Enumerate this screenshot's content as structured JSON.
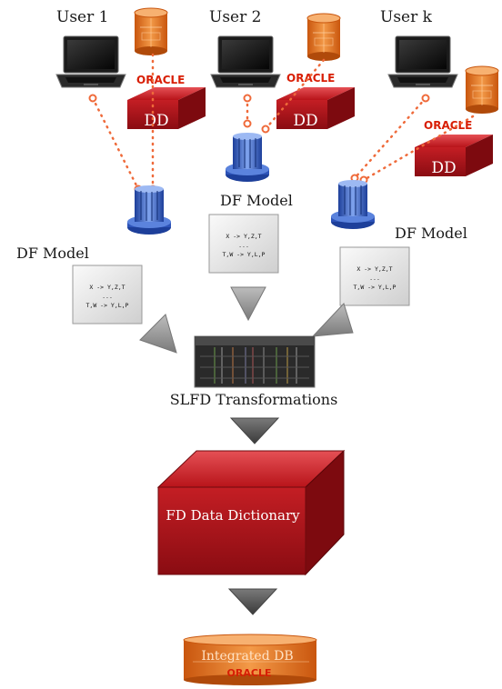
{
  "users": [
    {
      "label": "User 1"
    },
    {
      "label": "User 2"
    },
    {
      "label": "User k"
    }
  ],
  "oracle_label": "ORACLE",
  "dd_label": "DD",
  "df_model_label": "DF Model",
  "fd_lines": [
    "X -> Y,Z,T",
    "...",
    "T,W -> Y,L,P"
  ],
  "slfd_label": "SLFD Transformations",
  "fd_dictionary_label": "FD Data Dictionary",
  "integrated_db_label": "Integrated DB",
  "colors": {
    "oracle_red": "#d81e05",
    "dd_red": "#b8141a",
    "db_orange": "#e2711d",
    "link_orange": "#ef6a3a",
    "model_blue": "#3f67c7",
    "arrow_gray": "#9a9a9a",
    "arrow_dark": "#555555"
  },
  "icons": [
    "laptop-icon",
    "database-cylinder-icon",
    "data-dictionary-box-icon",
    "df-model-icon",
    "arrow-icon"
  ]
}
